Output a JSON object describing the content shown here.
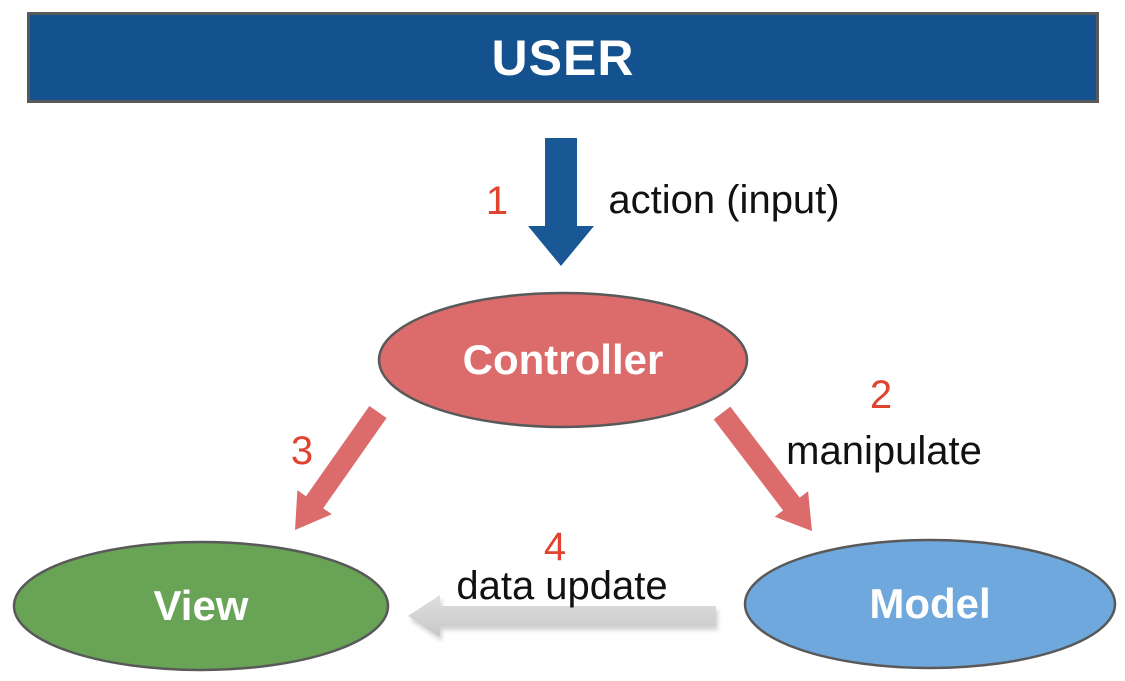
{
  "title": "MVC pattern diagram",
  "banner": {
    "label": "USER"
  },
  "colors": {
    "banner_bg": "#13528f",
    "banner_border": "#595959",
    "arrow_blue": "#1a5795",
    "arrow_salmon": "#dc6c6c",
    "arrow_gray_light": "#dedede",
    "arrow_gray_dark": "#c8c8c8",
    "node_stroke": "#595959",
    "step_number_red": "#e04431",
    "label_black": "#111111"
  },
  "nodes": [
    {
      "id": "controller",
      "label": "Controller",
      "fill": "#dc6c6c"
    },
    {
      "id": "view",
      "label": "View",
      "fill": "#69a355"
    },
    {
      "id": "model",
      "label": "Model",
      "fill": "#6fa8dc"
    }
  ],
  "edges": [
    {
      "step": "1",
      "label": "action (input)",
      "from": "USER",
      "to": "Controller"
    },
    {
      "step": "2",
      "label": "manipulate",
      "from": "Controller",
      "to": "Model"
    },
    {
      "step": "3",
      "label": "",
      "from": "Controller",
      "to": "View"
    },
    {
      "step": "4",
      "label": "data update",
      "from": "Model",
      "to": "View"
    }
  ]
}
